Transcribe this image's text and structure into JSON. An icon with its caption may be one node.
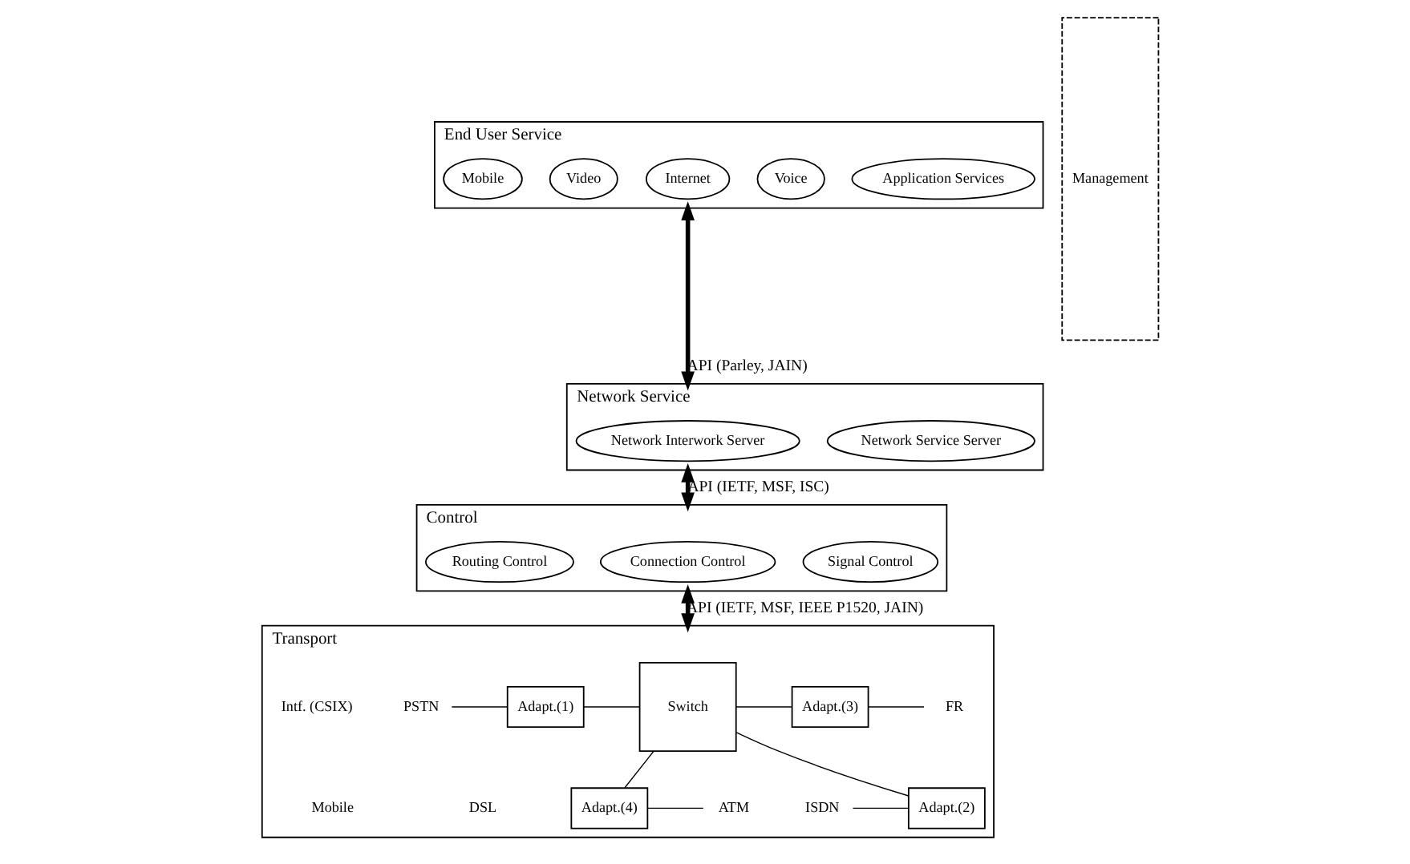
{
  "diagram": {
    "nodes": [
      {
        "text": [
          "End User Service"
        ]
      },
      {
        "text": [
          "Application Services"
        ],
        "in": 0
      },
      {
        "text": [
          "Voice"
        ],
        "in": 0
      },
      {
        "text": [
          "Internet"
        ],
        "in": 0
      },
      {
        "text": [
          "Video"
        ],
        "in": 0
      },
      {
        "text": [
          "Mobile"
        ],
        "in": 0
      },
      {
        "text": [
          "Network Service"
        ]
      },
      {
        "text": [
          "Network Service Server"
        ],
        "in": 6
      },
      {
        "text": [
          "Network Interwork Server"
        ],
        "in": 6
      },
      {
        "text": [
          "Control"
        ]
      },
      {
        "text": [
          "Signal Control"
        ],
        "in": 9
      },
      {
        "text": [
          "Connection Control"
        ],
        "in": 9
      },
      {
        "text": [
          "Routing Control"
        ],
        "in": 9
      },
      {
        "text": [
          "Transport"
        ]
      },
      {
        "text": [
          "PSTN"
        ],
        "in": 13
      },
      {
        "text": [
          "Adapt.(1)"
        ],
        "in": 13
      },
      {
        "text": [
          "Adapt.(2)"
        ],
        "in": 13
      },
      {
        "text": [
          "ISDN"
        ],
        "in": 13
      },
      {
        "text": [
          "Switch"
        ],
        "in": 13
      },
      {
        "text": [
          "Adapt.(3)"
        ],
        "in": 13
      },
      {
        "text": [
          "Adapt.(4)"
        ],
        "in": 13
      },
      {
        "text": [
          "FR"
        ],
        "in": 13
      },
      {
        "text": [
          "ATM"
        ],
        "in": 13
      },
      {
        "text": [
          "Management"
        ]
      }
    ],
    "edges": [
      {
        "from": 0,
        "to": 6,
        "arrow": "both",
        "label": "API (Parley, JAIN)",
        "style": "thick"
      },
      {
        "from": 6,
        "to": 9,
        "arrow": "both",
        "label": "API (IETF, MSF, ISC)",
        "style": "thick"
      },
      {
        "from": 9,
        "to": 13,
        "arrow": "both",
        "label": "API (IETF, MSF, IEEE P1520, JAIN)",
        "style": "thick"
      },
      {
        "from": 14,
        "to": 15,
        "arrow": "none"
      },
      {
        "from": 17,
        "to": 16,
        "arrow": "none"
      },
      {
        "from": 15,
        "to": 18,
        "arrow": "none"
      },
      {
        "from": 16,
        "to": 18,
        "arrow": "none"
      },
      {
        "from": 18,
        "to": 19,
        "arrow": "none"
      },
      {
        "from": 18,
        "to": 20,
        "arrow": "none"
      },
      {
        "from": 19,
        "to": 21,
        "arrow": "none"
      },
      {
        "from": 20,
        "to": 22,
        "arrow": "none"
      }
    ],
    "labels": [
      "Intf. (CSIX)",
      "DSL",
      "Mobile"
    ]
  }
}
